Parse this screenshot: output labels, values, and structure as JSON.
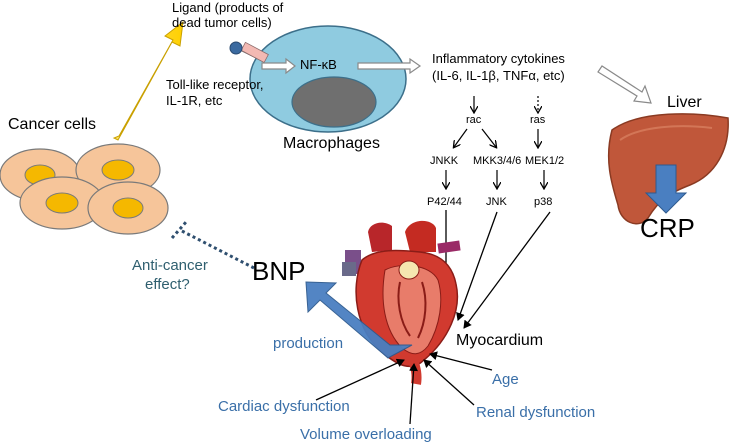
{
  "labels": {
    "ligand": "Ligand (products of",
    "ligand2": "dead tumor cells)",
    "tlr": "Toll-like receptor,",
    "tlr2": "IL-1R, etc",
    "nfkb": "NF-κB",
    "macrophages": "Macrophages",
    "cytokines": "Inflammatory cytokines",
    "cytokines2": "(IL-6, IL-1β, TNFα, etc)",
    "cancer_cells": "Cancer cells",
    "liver": "Liver",
    "crp": "CRP",
    "bnp": "BNP",
    "anticancer": "Anti-cancer",
    "anticancer2": "effect?",
    "production": "production",
    "myocardium": "Myocardium",
    "age": "Age",
    "cardiac_dysfunction": "Cardiac dysfunction",
    "renal_dysfunction": "Renal dysfunction",
    "volume_overloading": "Volume overloading"
  },
  "pathway": {
    "rac": "rac",
    "ras": "ras",
    "jnkk": "JNKK",
    "mkk": "MKK3/4/6",
    "mek": "MEK1/2",
    "p4244": "P42/44",
    "jnk": "JNK",
    "p38": "p38"
  },
  "colors": {
    "cell_fill": "#f6c59a",
    "cell_nucleus": "#f5b800",
    "macrophage": "#8fcbe0",
    "liver": "#c0573a",
    "blue_arrow": "#4a7fc1",
    "heart_red": "#c42b22",
    "text_blue": "#3a6fa8",
    "text_teal": "#2f5f6f"
  }
}
